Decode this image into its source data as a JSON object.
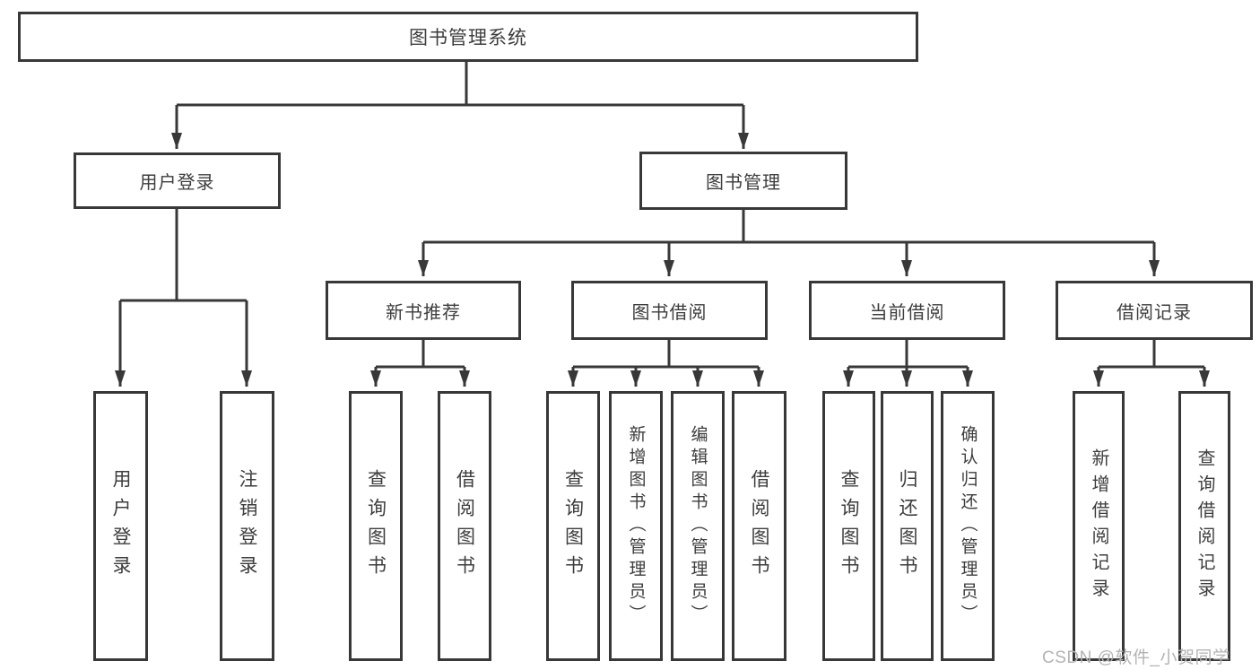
{
  "tree": {
    "root": {
      "label": "图书管理系统"
    },
    "level2": [
      {
        "label": "用户登录",
        "children": [
          {
            "label": "用户登录"
          },
          {
            "label": "注销登录"
          }
        ]
      },
      {
        "label": "图书管理",
        "children": [
          {
            "label": "新书推荐",
            "children": [
              {
                "label": "查询图书"
              },
              {
                "label": "借阅图书"
              }
            ]
          },
          {
            "label": "图书借阅",
            "children": [
              {
                "label": "查询图书"
              },
              {
                "label": "新增图书（管理员）"
              },
              {
                "label": "编辑图书（管理员）"
              },
              {
                "label": "借阅图书"
              }
            ]
          },
          {
            "label": "当前借阅",
            "children": [
              {
                "label": "查询图书"
              },
              {
                "label": "归还图书"
              },
              {
                "label": "确认归还（管理员）"
              }
            ]
          },
          {
            "label": "借阅记录",
            "children": [
              {
                "label": "新增借阅记录"
              },
              {
                "label": "查询借阅记录"
              }
            ]
          }
        ]
      }
    ]
  },
  "watermark": "CSDN @软件_小贺同学",
  "colors": {
    "line": "#383838",
    "box_border": "#383838",
    "text": "#3d3d3d",
    "watermark": "#b3b3b3",
    "background": "#ffffff"
  }
}
